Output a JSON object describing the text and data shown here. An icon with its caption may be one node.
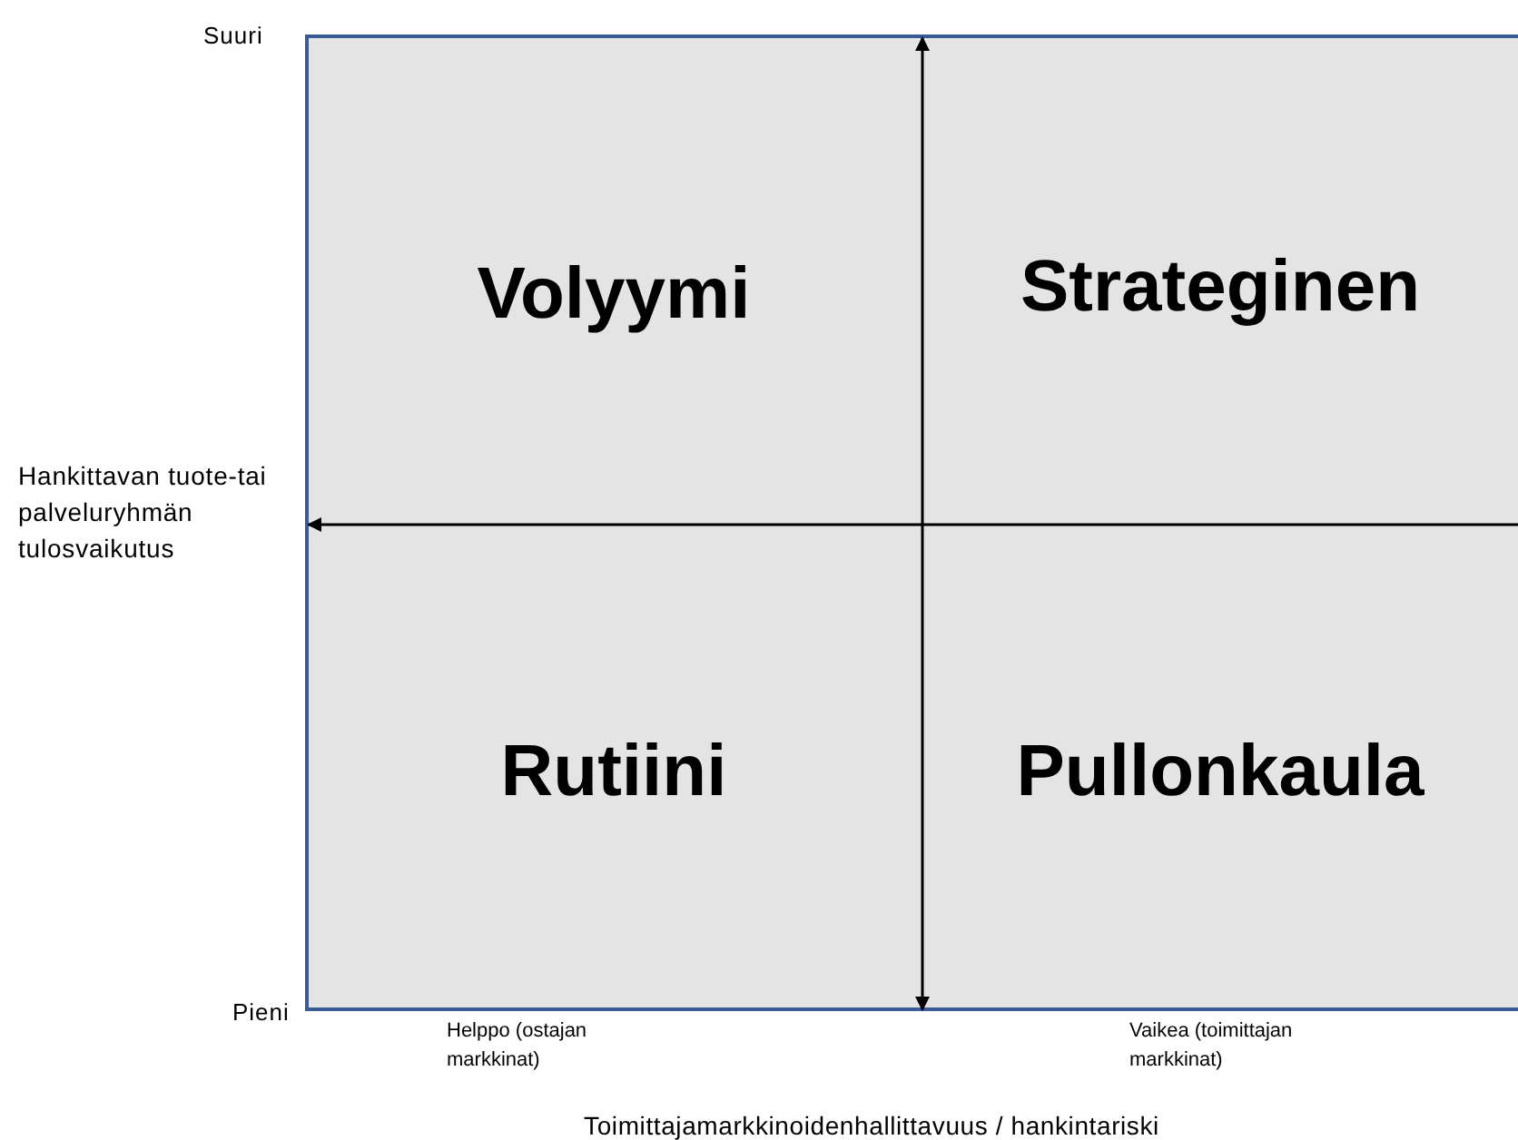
{
  "diagram": {
    "labels": [
      "Suuri",
      "Volyymi",
      "Strateginen",
      "Hankittavan tuote-tai palveluryhmän tulosvaikutus",
      "Rutiini",
      "Pullonkaula",
      "Pieni",
      "Helppo (ostajan markkinat)",
      "Vaikea (toimittajan markkinat)",
      "Toimittajamarkkinoidenhallittavuus / hankintariski"
    ]
  }
}
